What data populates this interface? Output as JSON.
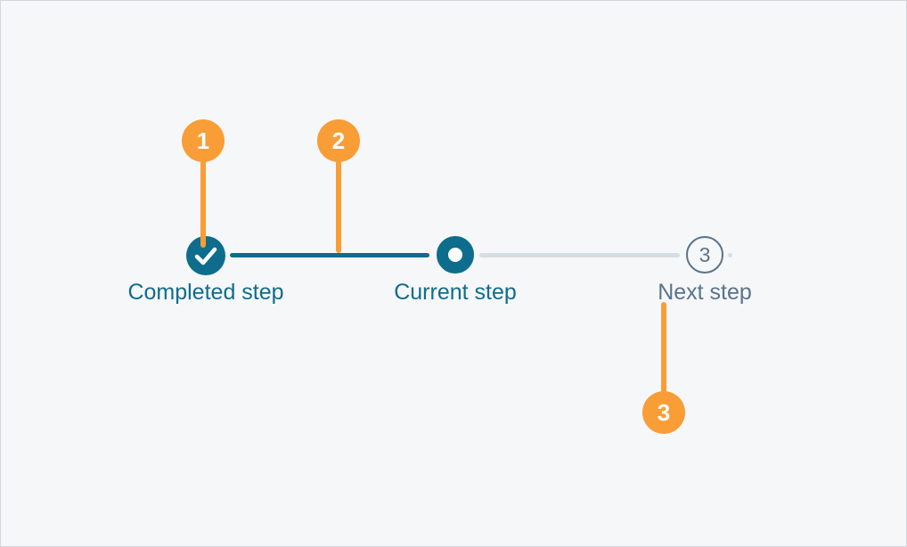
{
  "component": {
    "steps": [
      {
        "label": "Completed step",
        "state": "completed"
      },
      {
        "label": "Current step",
        "state": "current"
      },
      {
        "label": "Next step",
        "state": "upcoming",
        "number": "3"
      }
    ]
  },
  "annotations": [
    {
      "number": "1",
      "target": "completed-step-icon"
    },
    {
      "number": "2",
      "target": "completed-connector-line"
    },
    {
      "number": "3",
      "target": "next-step-label"
    }
  ],
  "colors": {
    "background": "#f6f7f9",
    "border": "#d3d7dc",
    "primary_teal": "#0e6d8c",
    "upcoming_slate": "#5b738b",
    "track_gray": "#d6dde4",
    "annotation_orange": "#f99d36",
    "white": "#ffffff"
  }
}
